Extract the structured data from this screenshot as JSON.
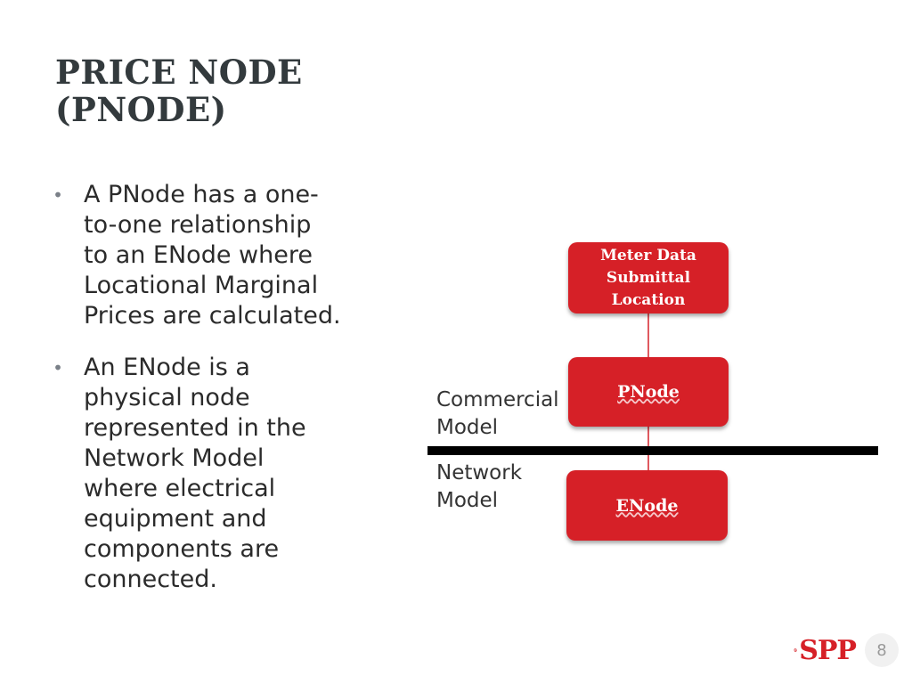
{
  "slide": {
    "title_lines": [
      "PRICE NODE",
      "(PNODE)"
    ],
    "page_number": "8"
  },
  "bullets": [
    {
      "lines": [
        "A PNode has a one-",
        "to-one relationship",
        "to an ENode where",
        "Locational Marginal",
        "Prices are calculated."
      ]
    },
    {
      "lines": [
        "An ENode is a",
        "physical node",
        "represented in the",
        "Network Model",
        "where electrical",
        "equipment and",
        "components are",
        "connected."
      ]
    }
  ],
  "diagram": {
    "meter_box": [
      "Meter Data",
      "Submittal",
      "Location"
    ],
    "pnode_box": "PNode",
    "enode_box": "ENode",
    "commercial_label": [
      "Commercial",
      "Model"
    ],
    "network_label": [
      "Network",
      "Model"
    ]
  },
  "logo": {
    "text": "SPP"
  },
  "colors": {
    "accent_red": "#d62027",
    "title": "#333a3d",
    "divider": "#000000"
  }
}
